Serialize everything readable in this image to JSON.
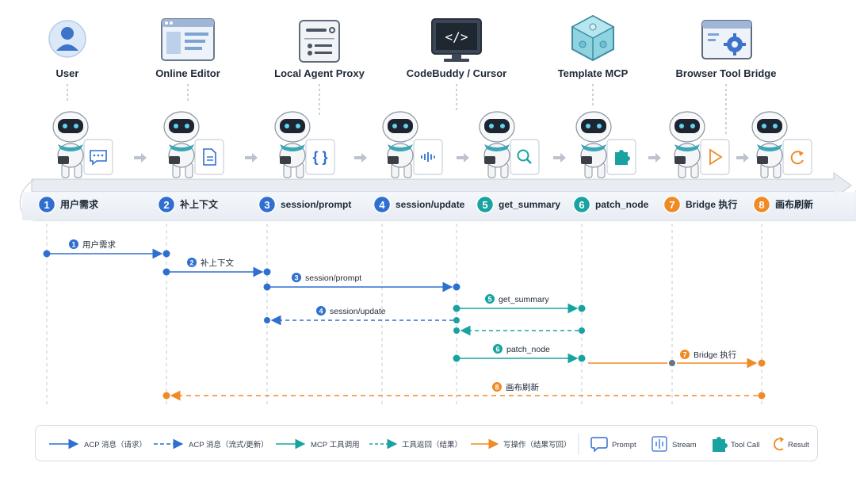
{
  "participants": [
    {
      "name": "User",
      "icon": "user-icon"
    },
    {
      "name": "Online Editor",
      "icon": "editor-window-icon"
    },
    {
      "name": "Local Agent Proxy",
      "icon": "proxy-server-icon"
    },
    {
      "name": "CodeBuddy / Cursor",
      "icon": "code-monitor-icon"
    },
    {
      "name": "Template MCP",
      "icon": "puzzle-cube-icon"
    },
    {
      "name": "Browser Tool Bridge",
      "icon": "browser-gear-icon"
    }
  ],
  "robot_cards": [
    {
      "icon": "chat-bubble-icon"
    },
    {
      "icon": "document-icon"
    },
    {
      "icon": "braces-icon"
    },
    {
      "icon": "waveform-icon"
    },
    {
      "icon": "search-icon"
    },
    {
      "icon": "puzzle-icon"
    },
    {
      "icon": "play-icon"
    },
    {
      "icon": "refresh-icon"
    }
  ],
  "steps": [
    {
      "num": "1",
      "label": "用户需求",
      "color": "#2f6fd0"
    },
    {
      "num": "2",
      "label": "补上下文",
      "color": "#2f6fd0"
    },
    {
      "num": "3",
      "label": "session/prompt",
      "color": "#2f6fd0"
    },
    {
      "num": "4",
      "label": "session/update",
      "color": "#2f6fd0"
    },
    {
      "num": "5",
      "label": "get_summary",
      "color": "#18a3a0"
    },
    {
      "num": "6",
      "label": "patch_node",
      "color": "#18a3a0"
    },
    {
      "num": "7",
      "label": "Bridge 执行",
      "color": "#f08a24"
    },
    {
      "num": "8",
      "label": "画布刷新",
      "color": "#f08a24"
    }
  ],
  "messages": [
    {
      "num": "1",
      "label": "用户需求",
      "color": "#2f6fd0"
    },
    {
      "num": "2",
      "label": "补上下文",
      "color": "#2f6fd0"
    },
    {
      "num": "3",
      "label": "session/prompt",
      "color": "#2f6fd0"
    },
    {
      "num": "4",
      "label": "session/update",
      "color": "#2f6fd0"
    },
    {
      "num": "5",
      "label": "get_summary",
      "color": "#18a3a0"
    },
    {
      "num": "6",
      "label": "patch_node",
      "color": "#18a3a0"
    },
    {
      "num": "7",
      "label": "Bridge 执行",
      "color": "#f08a24"
    },
    {
      "num": "8",
      "label": "画布刷新",
      "color": "#f08a24"
    }
  ],
  "legend": {
    "acp_request": "ACP 消息（请求）",
    "acp_stream": "ACP 消息（流式/更新）",
    "mcp_call": "MCP 工具调用",
    "tool_return": "工具返回（结果）",
    "write_op": "写操作（结果写回）",
    "prompt": "Prompt",
    "stream": "Stream",
    "tool_call": "Tool Call",
    "result": "Result"
  },
  "colors": {
    "blue": "#2f6fd0",
    "teal": "#18a3a0",
    "orange": "#f08a24",
    "gray": "#9aa3ae"
  }
}
